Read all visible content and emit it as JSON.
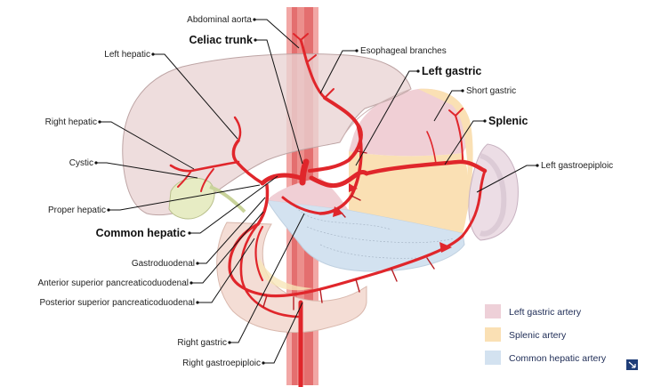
{
  "labels": {
    "abdominal_aorta": "Abdominal aorta",
    "celiac_trunk": "Celiac trunk",
    "esophageal_branches": "Esophageal branches",
    "left_hepatic": "Left hepatic",
    "left_gastric": "Left gastric",
    "short_gastric": "Short gastric",
    "splenic": "Splenic",
    "right_hepatic": "Right hepatic",
    "cystic": "Cystic",
    "left_gastroepiploic": "Left gastroepiploic",
    "proper_hepatic": "Proper hepatic",
    "common_hepatic": "Common hepatic",
    "gastroduodenal": "Gastroduodenal",
    "anterior_superior_pd": "Anterior superior pancreaticoduodenal",
    "posterior_superior_pd": "Posterior superior pancreaticoduodenal",
    "right_gastric": "Right gastric",
    "right_gastroepiploic": "Right gastroepiploic"
  },
  "legend": [
    {
      "label": "Left gastric artery",
      "color": "#eed0d8"
    },
    {
      "label": "Splenic artery",
      "color": "#fae0b4"
    },
    {
      "label": "Common hepatic artery",
      "color": "#d3e2f0"
    }
  ],
  "colors": {
    "artery": "#e0262b",
    "liver": "#ead7d7",
    "stomach_left_gastric": "#f0cfd5",
    "stomach_splenic": "#fae0b2",
    "stomach_common_hepatic": "#d5e2ef",
    "duodenum": "#f3ddd6",
    "spleen": "#ecdde5",
    "gallbladder": "#e7ecc4",
    "aorta": "#e88080"
  },
  "corner_icon": "zoom-icon"
}
